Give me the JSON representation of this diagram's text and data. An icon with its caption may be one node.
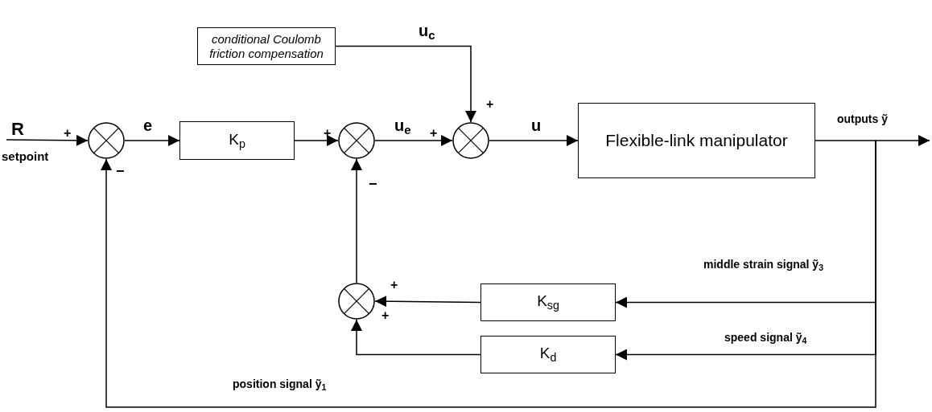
{
  "diagram": {
    "nodes": [
      {
        "text": [
          "conditional Coulomb friction compensation"
        ]
      },
      {
        "text": [],
        "shape": "circle"
      },
      {
        "text": [
          "K$_{p}$"
        ]
      },
      {
        "text": [],
        "shape": "circle"
      },
      {
        "text": [],
        "shape": "circle"
      },
      {
        "text": [
          "Flexible-link manipulator"
        ]
      },
      {
        "text": [],
        "shape": "circle"
      },
      {
        "text": [
          "K$_{sg}$"
        ]
      },
      {
        "text": [
          "K$_{d}$"
        ]
      },
      {
        "text": [
          "R",
          "setpoint"
        ]
      }
    ],
    "edges": [
      {
        "from": 9,
        "to": 1,
        "arrow": "to"
      },
      {
        "from": 1,
        "to": 2,
        "arrow": "to",
        "label": "e"
      },
      {
        "from": 2,
        "to": 3,
        "arrow": "to"
      },
      {
        "from": 3,
        "to": 4,
        "arrow": "to",
        "label": "u$_{e}$"
      },
      {
        "from": 0,
        "to": 4,
        "arrow": "to",
        "label": "u$_{c}$"
      },
      {
        "from": 4,
        "to": 5,
        "arrow": "to",
        "label": "u"
      },
      {
        "from": 5,
        "to": null,
        "arrow": "to",
        "label": "outputs ỹ"
      },
      {
        "from": 5,
        "to": 7,
        "arrow": "to",
        "label": "middle strain signal ỹ$_{3}$"
      },
      {
        "from": 5,
        "to": 8,
        "arrow": "to",
        "label": "speed signal ỹ$_{4}$"
      },
      {
        "from": 5,
        "to": 1,
        "arrow": "to",
        "label": "position signal ỹ$_{1}$"
      },
      {
        "from": 7,
        "to": 6,
        "arrow": "to"
      },
      {
        "from": 8,
        "to": 6,
        "arrow": "to"
      },
      {
        "from": 6,
        "to": 3,
        "arrow": "to"
      }
    ],
    "labels": [
      "+",
      "+",
      "+",
      "+",
      "−",
      "−",
      "+",
      "+"
    ]
  }
}
